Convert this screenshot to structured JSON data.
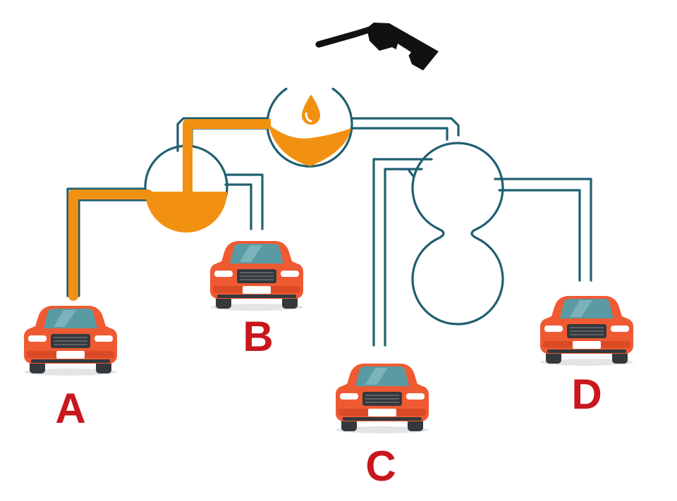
{
  "labels": {
    "a": "A",
    "b": "B",
    "c": "C",
    "d": "D"
  },
  "colors": {
    "pipe": "#1f5f70",
    "fuel": "#f29111",
    "car_body": "#ef5a32",
    "car_dark": "#34393d",
    "car_glass": "#5a9aa3",
    "nozzle": "#111111",
    "label": "#c8171d"
  },
  "icons": {
    "nozzle": "fuel-nozzle-icon",
    "drop": "fuel-drop-icon",
    "car": "car-icon"
  }
}
